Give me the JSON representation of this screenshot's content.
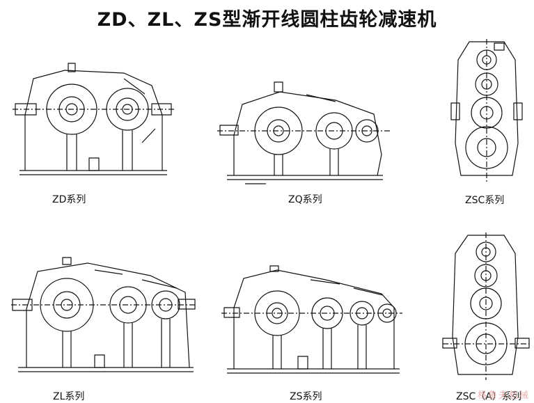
{
  "title": "ZD、ZL、ZS型渐开线圆柱齿轮减速机",
  "captions": {
    "zd": "ZD系列",
    "zq": "ZQ系列",
    "zsc": "ZSC系列",
    "zl": "ZL系列",
    "zs": "ZS系列",
    "zsca": "ZSC（A）系列"
  },
  "watermark": "格鲁夫机械"
}
